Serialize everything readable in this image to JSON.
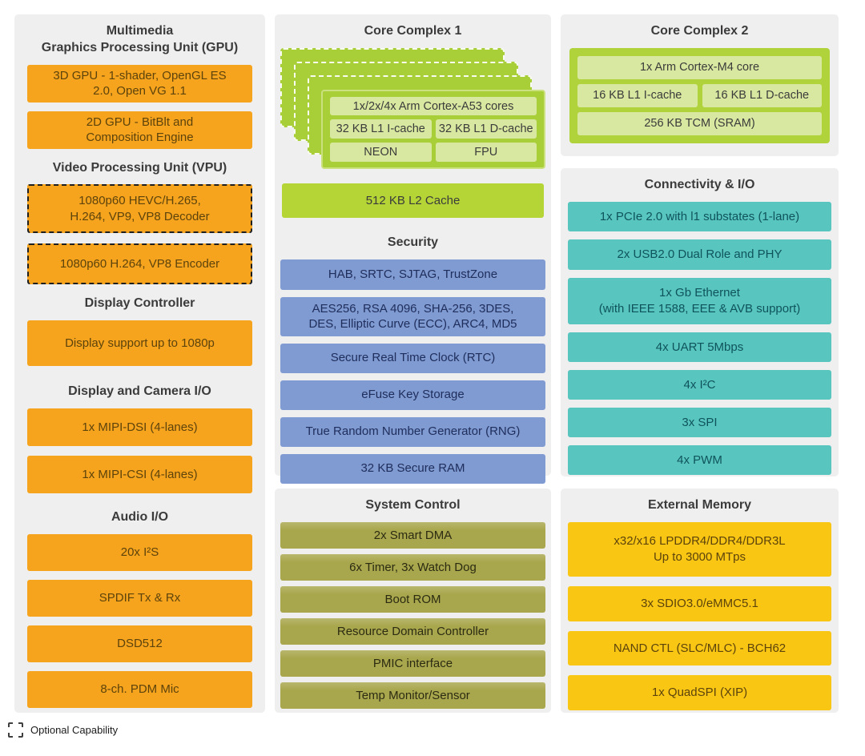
{
  "colors": {
    "panel_bg": "#f0efef",
    "orange": "#f6a41d",
    "yellow": "#f9c713",
    "blue": "#7f9bd2",
    "teal": "#58c5bf",
    "olive": "#a9a74d",
    "lime": "#a8ce38",
    "lime_light": "#d8e8a0"
  },
  "gpu": {
    "title": "Multimedia\nGraphics Processing Unit (GPU)",
    "items": [
      "3D GPU - 1-shader, OpenGL ES\n2.0, Open VG 1.1",
      "2D GPU - BitBlt and\nComposition Engine"
    ]
  },
  "vpu": {
    "title": "Video Processing Unit (VPU)",
    "items": [
      "1080p60 HEVC/H.265,\nH.264, VP9, VP8 Decoder",
      "1080p60 H.264, VP8 Encoder"
    ]
  },
  "display_controller": {
    "title": "Display Controller",
    "items": [
      "Display support up to 1080p"
    ]
  },
  "display_camera_io": {
    "title": "Display and Camera I/O",
    "items": [
      "1x MIPI-DSI (4-lanes)",
      "1x MIPI-CSI (4-lanes)"
    ]
  },
  "audio_io": {
    "title": "Audio I/O",
    "items": [
      "20x I²S",
      "SPDIF Tx & Rx",
      "DSD512",
      "8-ch. PDM Mic"
    ]
  },
  "core_complex_1": {
    "title": "Core Complex 1",
    "card": {
      "cores": "1x/2x/4x Arm Cortex-A53 cores",
      "icache": "32 KB L1 I-cache",
      "dcache": "32 KB L1 D-cache",
      "neon": "NEON",
      "fpu": "FPU"
    },
    "l2_cache": "512 KB L2 Cache"
  },
  "security": {
    "title": "Security",
    "items": [
      "HAB, SRTC, SJTAG, TrustZone",
      "AES256, RSA 4096, SHA-256, 3DES,\nDES, Elliptic Curve (ECC), ARC4, MD5",
      "Secure Real Time Clock (RTC)",
      "eFuse Key Storage",
      "True Random Number Generator (RNG)",
      "32 KB Secure RAM"
    ]
  },
  "system_control": {
    "title": "System Control",
    "items": [
      "2x Smart DMA",
      "6x Timer, 3x Watch Dog",
      "Boot ROM",
      "Resource Domain Controller",
      "PMIC interface",
      "Temp Monitor/Sensor"
    ]
  },
  "core_complex_2": {
    "title": "Core Complex 2",
    "card": {
      "core": "1x Arm Cortex-M4 core",
      "icache": "16 KB L1 I-cache",
      "dcache": "16 KB L1 D-cache",
      "tcm": "256 KB TCM (SRAM)"
    }
  },
  "connectivity": {
    "title": "Connectivity & I/O",
    "items": [
      "1x PCIe 2.0 with l1 substates (1-lane)",
      "2x USB2.0 Dual Role and PHY",
      "1x Gb Ethernet\n(with IEEE 1588, EEE & AVB support)",
      "4x UART 5Mbps",
      "4x I²C",
      "3x SPI",
      "4x PWM"
    ]
  },
  "external_memory": {
    "title": "External Memory",
    "items": [
      "x32/x16 LPDDR4/DDR4/DDR3L\nUp to 3000 MTps",
      "3x SDIO3.0/eMMC5.1",
      "NAND CTL (SLC/MLC) - BCH62",
      "1x QuadSPI (XIP)"
    ]
  },
  "legend": {
    "label": "Optional Capability"
  }
}
